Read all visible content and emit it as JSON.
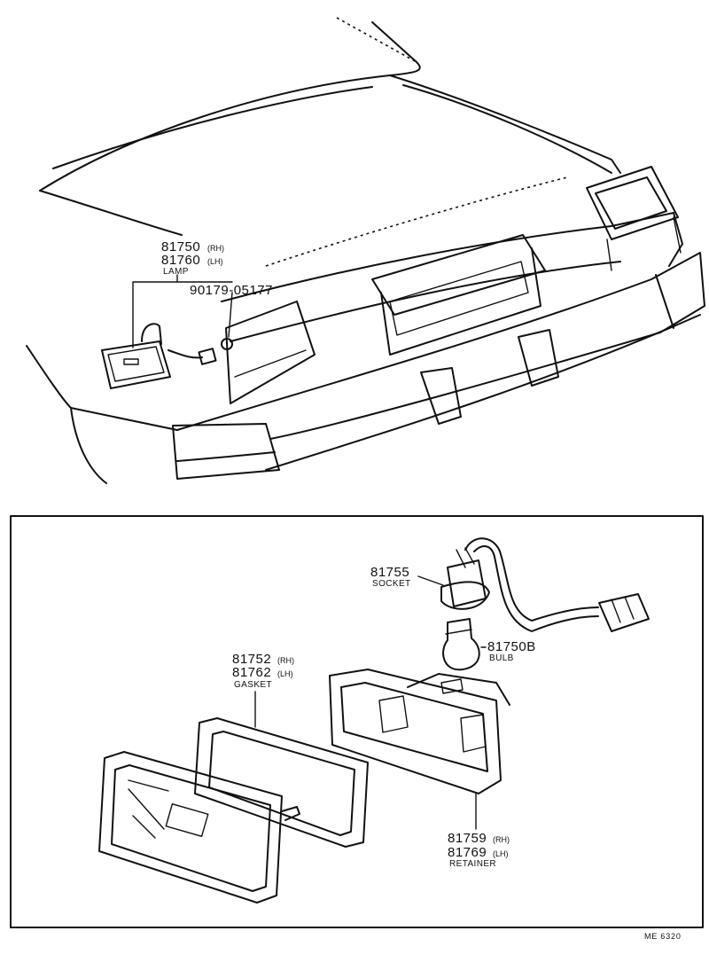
{
  "upper_view": {
    "lamp": {
      "part_rh": "81750",
      "suffix_rh": "(RH)",
      "part_lh": "81760",
      "suffix_lh": "(LH)",
      "name": "LAMP"
    },
    "nut": {
      "part": "90179-05177"
    }
  },
  "detail_view": {
    "socket": {
      "part": "81755",
      "name": "SOCKET"
    },
    "bulb": {
      "part": "81750B",
      "name": "BULB"
    },
    "gasket": {
      "part_rh": "81752",
      "suffix_rh": "(RH)",
      "part_lh": "81762",
      "suffix_lh": "(LH)",
      "name": "GASKET"
    },
    "retainer": {
      "part_rh": "81759",
      "suffix_rh": "(RH)",
      "part_lh": "81769",
      "suffix_lh": "(LH)",
      "name": "RETAINER"
    }
  },
  "figure_code": "ME 6320"
}
